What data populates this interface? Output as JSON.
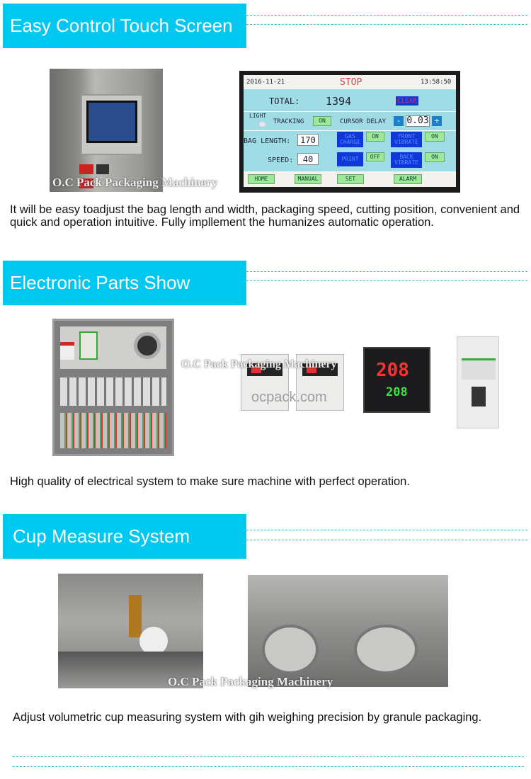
{
  "sections": [
    {
      "title": "Easy Control Touch Screen",
      "text": "It will be easy toadjust the bag length and width, packaging speed, cutting position, convenient and quick and operation intuitive. Fully impllement the humanizes automatic operation."
    },
    {
      "title": "Electronic Parts Show",
      "text": "High quality of electrical system to make sure machine with perfect operation."
    },
    {
      "title": "Cup Measure System",
      "text": "Adjust volumetric cup measuring system with gih weighing precision by granule packaging."
    }
  ],
  "watermark": "O.C Pack Packaging Machinery",
  "watermark_url": "ocpack.com",
  "touch_screen": {
    "date": "2016-11-21",
    "status": "STOP",
    "time": "13:58:50",
    "total_label": "TOTAL:",
    "total": "1394",
    "clear": "CLEAR",
    "light": "LIGHT",
    "tracking": "TRACKING",
    "tracking_state": "ON",
    "cursor_delay": "CURSOR DELAY",
    "minus": "-",
    "delay": "0.03",
    "plus": "+",
    "bag_length_label": "BAG LENGTH:",
    "bag_length": "170",
    "speed_label": "SPEED:",
    "speed": "40",
    "gas_charge": "GAS CHARGE",
    "gas_state": "ON",
    "print": "PRINT",
    "print_state": "OFF",
    "front_vibrate": "FRONT VIBRATE",
    "front_state": "ON",
    "back_vibrate": "BACK VIBRATE",
    "back_state": "ON",
    "nav": [
      "HOME",
      "MANUAL",
      "SET",
      "ALARM"
    ]
  },
  "temp_controller": {
    "pv": "208",
    "sv": "208"
  },
  "colors": {
    "banner": "#00c8f0",
    "dash": "#3cbcdc"
  }
}
